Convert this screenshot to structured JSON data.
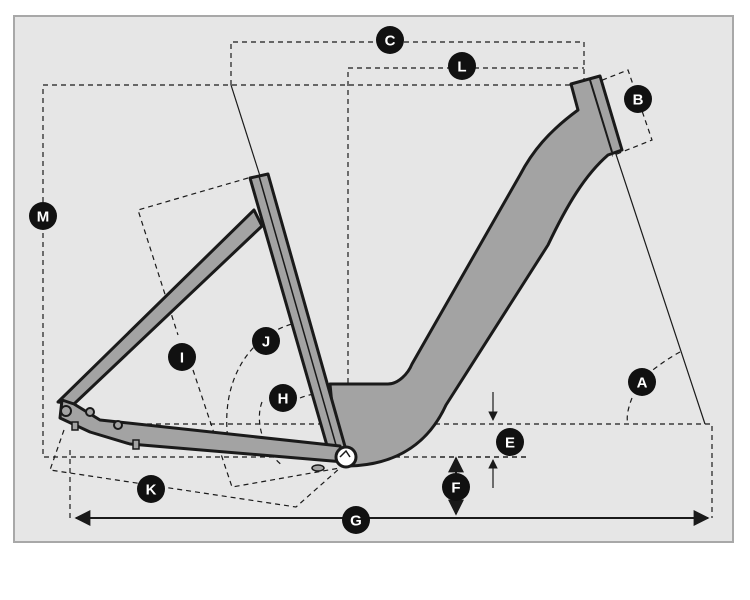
{
  "diagram": {
    "colors": {
      "panel_fill": "#e6e6e6",
      "panel_border": "#a8a8a8",
      "frame_fill": "#a3a3a3",
      "frame_stroke": "#1a1a1a",
      "badge_fill": "#111111",
      "badge_text": "#ffffff"
    },
    "labels": {
      "A": "A",
      "B": "B",
      "C": "C",
      "E": "E",
      "F": "F",
      "G": "G",
      "H": "H",
      "I": "I",
      "J": "J",
      "K": "K",
      "L": "L",
      "M": "M"
    }
  }
}
